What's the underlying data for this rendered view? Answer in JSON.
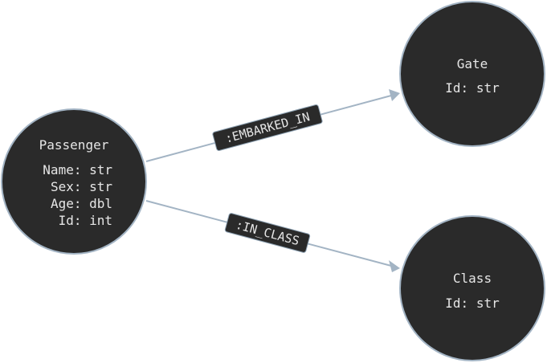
{
  "nodes": {
    "passenger": {
      "title": "Passenger",
      "props": [
        "Name: str",
        "Sex: str",
        "Age: dbl",
        "Id: int"
      ]
    },
    "gate": {
      "title": "Gate",
      "props": [
        "Id: str"
      ]
    },
    "class": {
      "title": "Class",
      "props": [
        "Id: str"
      ]
    }
  },
  "edges": {
    "embarked_in": {
      "label": ":EMBARKED_IN"
    },
    "in_class": {
      "label": ":IN_CLASS"
    }
  },
  "colors": {
    "node_fill": "#2a2a2a",
    "node_stroke": "#a3b4c4",
    "text": "#e6e6e6",
    "edge": "#a3b4c4"
  }
}
